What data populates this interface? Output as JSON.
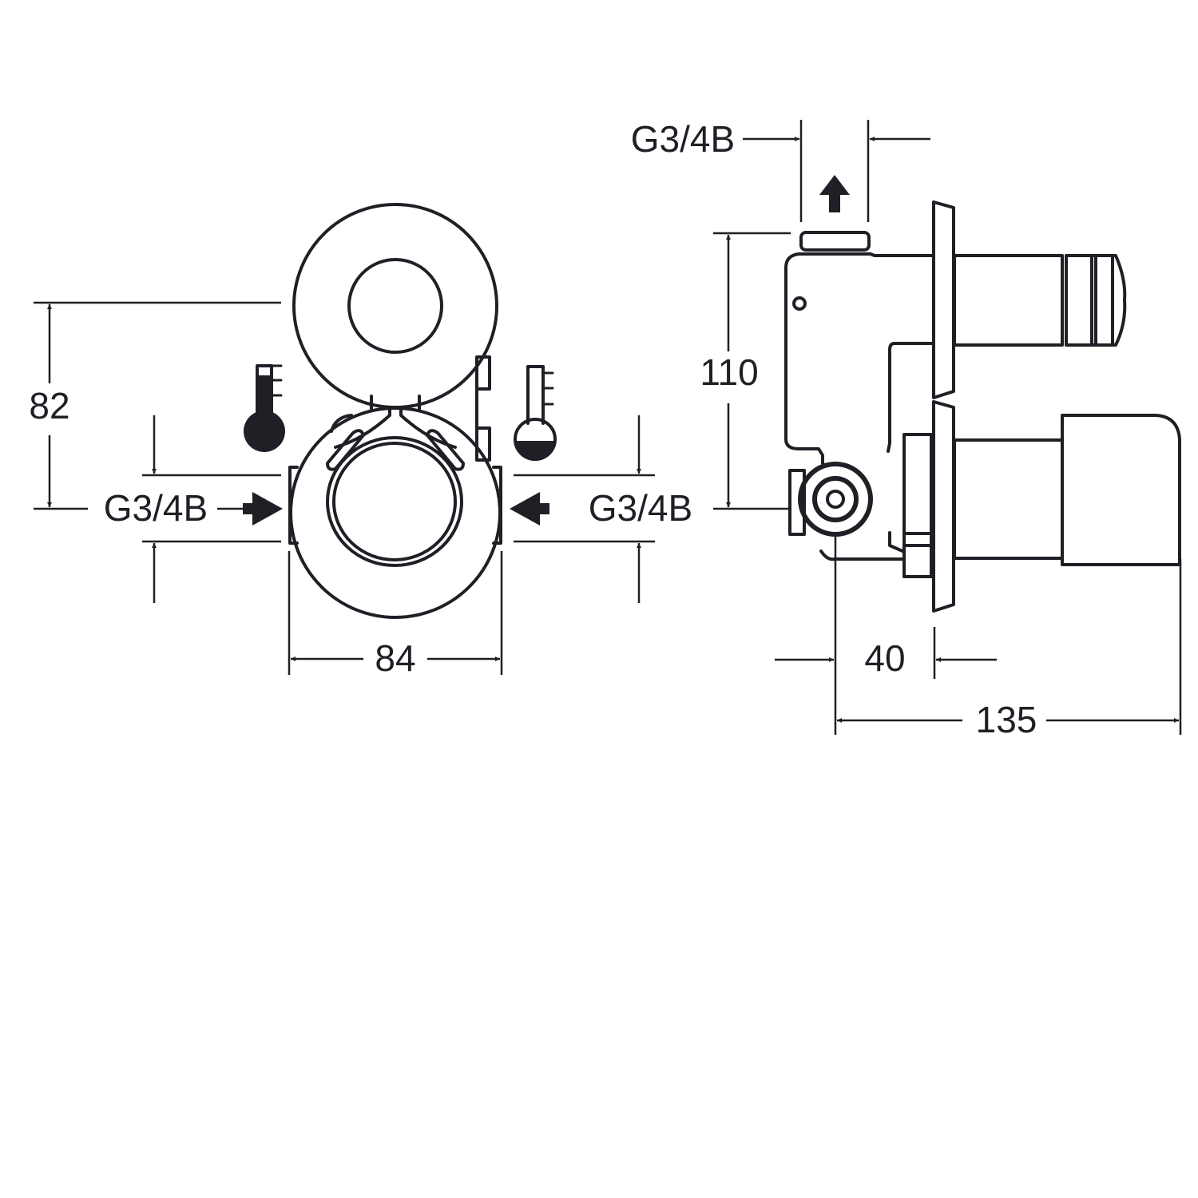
{
  "front_view": {
    "dim_height": "82",
    "dim_width": "84",
    "inlet_left_thread": "G3/4B",
    "inlet_right_thread": "G3/4B",
    "icons": [
      "thermometer-hot-icon",
      "thermometer-cold-icon"
    ]
  },
  "side_view": {
    "outlet_thread": "G3/4B",
    "dim_height": "110",
    "dim_depth_min": "40",
    "dim_depth_total": "135"
  },
  "colors": {
    "line": "#1f1f26",
    "background": "#ffffff"
  }
}
